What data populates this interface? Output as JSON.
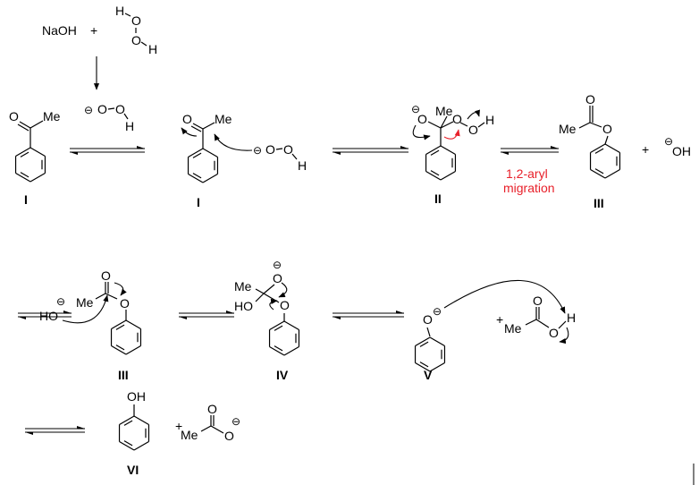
{
  "reagents": {
    "base": "NaOH",
    "plus": "+",
    "h": "H",
    "o": "O"
  },
  "atoms": {
    "O": "O",
    "Me": "Me",
    "H": "H",
    "HO": "HO",
    "OH": "OH",
    "charge": "⊖"
  },
  "compound_labels": {
    "I": "I",
    "II": "II",
    "III": "III",
    "IV": "IV",
    "V": "V",
    "VI": "VI"
  },
  "step_note": {
    "line1": "1,2-aryl",
    "line2": "migration",
    "color": "#e8202a"
  }
}
